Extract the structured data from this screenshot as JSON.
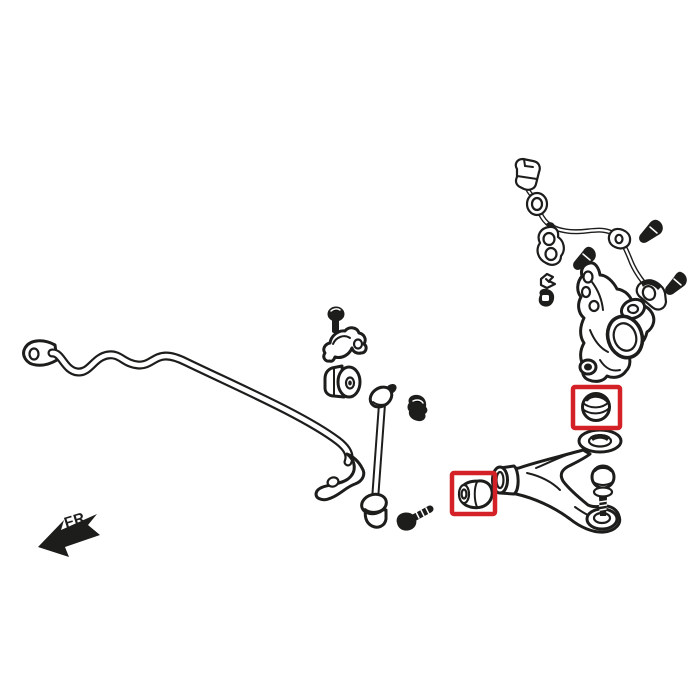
{
  "labels": {
    "fr": "FR."
  },
  "colors": {
    "ink": "#1d1d1b",
    "paper": "#ffffff",
    "highlight": "#d42127"
  },
  "diagram": {
    "type": "exploded-parts-line-drawing",
    "subject": "front suspension",
    "parts": [
      "front-stabilizer-bar",
      "stabilizer-bar-end-eyelet",
      "bracket-bolt",
      "stabilizer-bushing-bracket",
      "stabilizer-bushing",
      "stabilizer-link",
      "stabilizer-link-nut",
      "stabilizer-link-bolt",
      "lower-arm-front-bushing",
      "front-lower-control-arm",
      "ball-joint-boot",
      "ball-joint-ring",
      "ball-joint-stud",
      "lower-arm-rear-bushing",
      "steering-knuckle",
      "abs-sensor-harness",
      "harness-bolts",
      "retainer-clip",
      "flange-nut",
      "fr-direction-arrow"
    ],
    "highlights": [
      {
        "name": "lower-arm-rear-bushing-highlight",
        "shape": "red-box"
      },
      {
        "name": "lower-arm-front-bushing-highlight",
        "shape": "red-box"
      }
    ]
  }
}
